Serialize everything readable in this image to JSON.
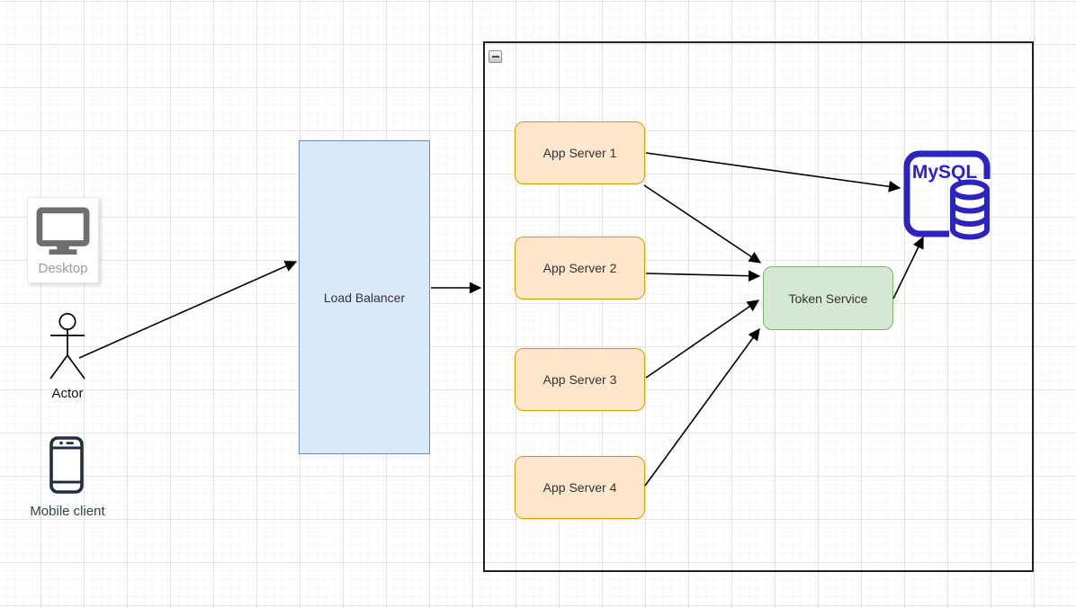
{
  "diagram": {
    "desktop": {
      "label": "Desktop"
    },
    "actor": {
      "label": "Actor"
    },
    "mobile_client": {
      "label": "Mobile client"
    },
    "load_balancer": {
      "label": "Load Balancer"
    },
    "app_servers": [
      {
        "label": "App Server 1"
      },
      {
        "label": "App Server 2"
      },
      {
        "label": "App Server 3"
      },
      {
        "label": "App Server 4"
      }
    ],
    "token_service": {
      "label": "Token Service"
    },
    "mysql": {
      "label": "MySQL"
    }
  },
  "colors": {
    "app_server_fill": "#ffe6cc",
    "app_server_stroke": "#d79b00",
    "token_service_fill": "#d5e8d4",
    "token_service_stroke": "#82b366",
    "load_balancer_fill": "#dae8fc",
    "load_balancer_stroke": "#6c8ebf",
    "mysql_blue": "#2d23bf",
    "container_stroke": "#212121",
    "edge": "#000000"
  }
}
